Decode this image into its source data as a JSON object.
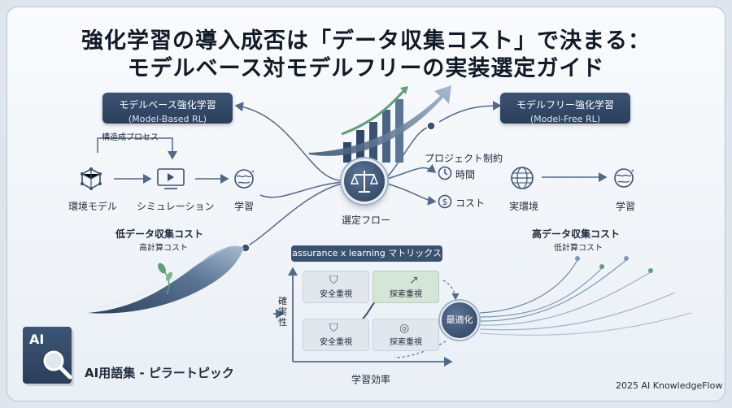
{
  "title": {
    "line1": "強化学習の導入成否は「データ収集コスト」で決まる：",
    "line2": "モデルベース対モデルフリーの実装選定ガイド"
  },
  "model_based": {
    "name": "モデルベース強化学習",
    "sub": "(Model-Based RL)",
    "loop_label": "構造成プロセス",
    "env_model": "環境モデル",
    "simulation": "シミュレーション",
    "learn": "学習",
    "cost_main": "低データ収集コスト",
    "cost_sub": "高計算コスト"
  },
  "model_free": {
    "name": "モデルフリー強化学習",
    "sub": "(Model-Free RL)",
    "real_env": "実環境",
    "learn": "学習",
    "cost_main": "高データ収集コスト",
    "cost_sub": "低計算コスト"
  },
  "center": {
    "hub_label": "選定フロー",
    "constraints_title": "プロジェクト制約",
    "time": "時間",
    "cost": "コスト"
  },
  "matrix": {
    "title": "assurance x learning マトリックス",
    "y_axis": "確実性",
    "x_axis": "学習効率",
    "cells": [
      "安全重視",
      "探索重視",
      "安全重視",
      "探索重視"
    ],
    "optimum": "最適化"
  },
  "footer": {
    "brand": "AI用語集 - ピラートピック",
    "book_text": "AI",
    "copyright": "2025 AI KnowledgeFlow"
  },
  "colors": {
    "navy": "#2e4463",
    "accent_green": "#5f9e7a",
    "line": "#51698a"
  }
}
